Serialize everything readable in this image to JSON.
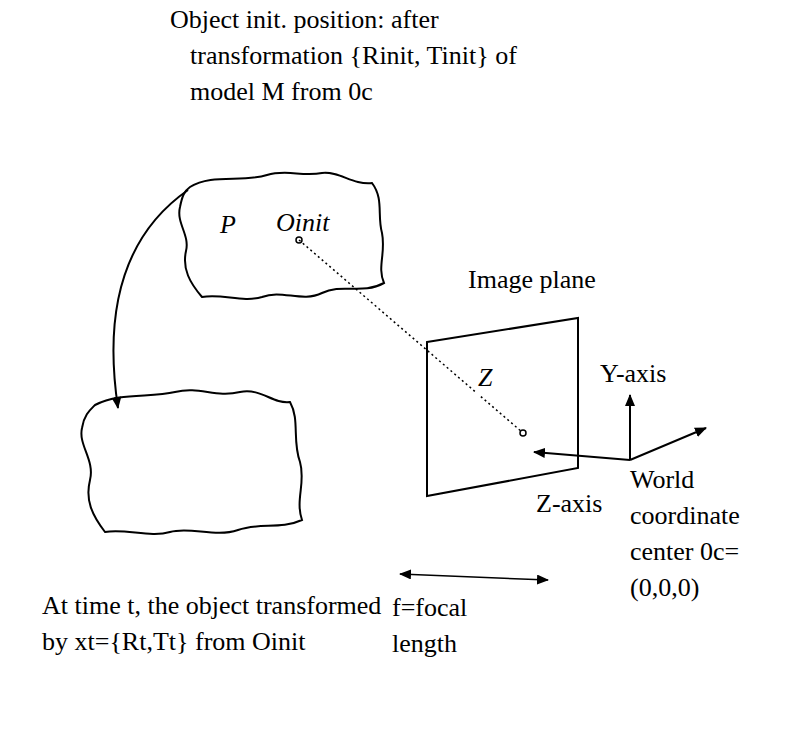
{
  "diagram": {
    "nodes": [
      {
        "text": [
          "P",
          "Oinit"
        ]
      },
      {
        "text": [
          "Image plane",
          "Z"
        ]
      }
    ],
    "labels": [
      "Object init. position: after transformation {Rinit, Tinit} of model M from 0c",
      "Y-axis",
      "Z-axis",
      "World coordinate center 0c=(0,0,0)",
      "f=focal length",
      "At time t, the object transformed by xt={Rt,Tt} from Oinit"
    ]
  }
}
